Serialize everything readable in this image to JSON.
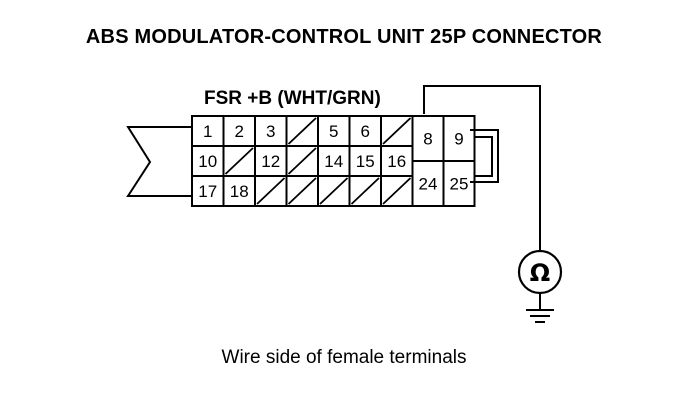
{
  "title": "ABS MODULATOR-CONTROL UNIT 25P CONNECTOR",
  "wire_label": "FSR +B (WHT/GRN)",
  "caption": "Wire side of female terminals",
  "meter_symbol": "Ω",
  "connector": {
    "rows": [
      [
        "1",
        "2",
        "3",
        "",
        "5",
        "6",
        ""
      ],
      [
        "10",
        "",
        "12",
        "",
        "14",
        "15",
        "16"
      ],
      [
        "17",
        "18",
        "",
        "",
        "",
        "",
        ""
      ]
    ],
    "right_block": [
      "8",
      "9",
      "24",
      "25"
    ]
  }
}
